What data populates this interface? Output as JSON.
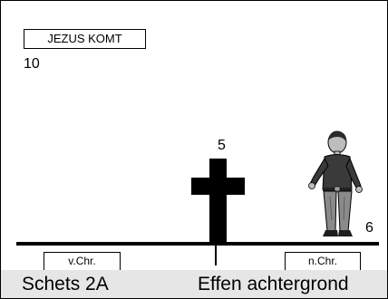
{
  "title_box": "JEZUS KOMT",
  "numbers": {
    "top_left": "10",
    "cross": "5",
    "person": "6"
  },
  "era_labels": {
    "before": "v.Chr.",
    "after": "n.Chr."
  },
  "caption": {
    "left": "Schets 2A",
    "right": "Effen achtergrond"
  },
  "icons": {
    "cross": "cross-icon",
    "person": "standing-man-icon"
  },
  "colors": {
    "line": "#000000",
    "caption_bg": "#e6e6e6",
    "background": "#ffffff"
  }
}
